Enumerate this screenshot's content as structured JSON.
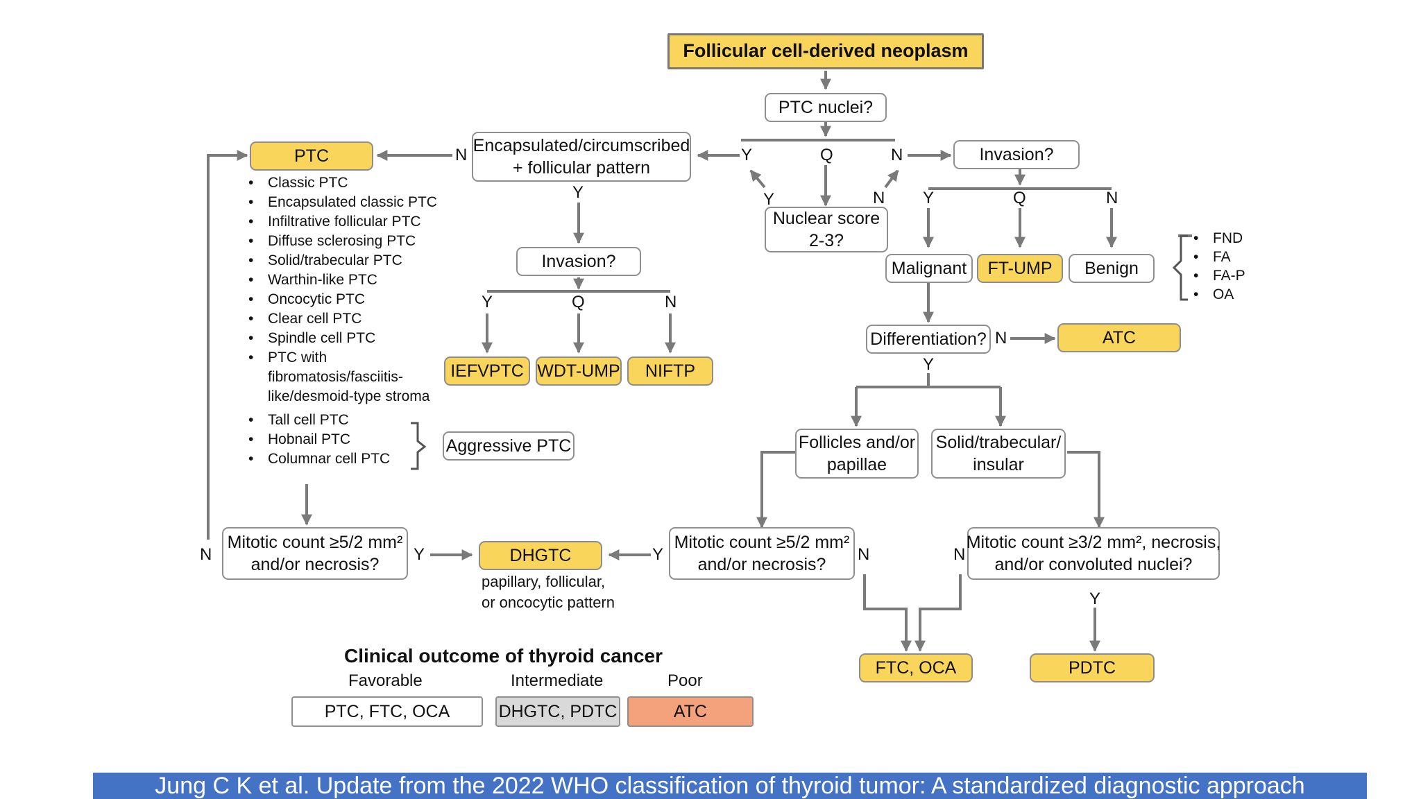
{
  "nodes": {
    "root": "Follicular cell-derived neoplasm",
    "ptc_nuclei": "PTC nuclei?",
    "encapsulated_l1": "Encapsulated/circumscribed",
    "encapsulated_l2": "+ follicular pattern",
    "ptc": "PTC",
    "invasion_left": "Invasion?",
    "iefvptc": "IEFVPTC",
    "wdt_ump": "WDT-UMP",
    "niftp": "NIFTP",
    "nuclear_l1": "Nuclear score",
    "nuclear_l2": "2-3?",
    "invasion_right": "Invasion?",
    "malignant": "Malignant",
    "ft_ump": "FT-UMP",
    "benign": "Benign",
    "differentiation": "Differentiation?",
    "atc": "ATC",
    "follicles_l1": "Follicles and/or",
    "follicles_l2": "papillae",
    "solid_l1": "Solid/trabecular/",
    "solid_l2": "insular",
    "aggressive_ptc": "Aggressive PTC",
    "mitotic_left_l1": "Mitotic count ≥5/2 mm²",
    "mitotic_left_l2": "and/or necrosis?",
    "dhgtc": "DHGTC",
    "mitotic_mid_l1": "Mitotic count ≥5/2 mm²",
    "mitotic_mid_l2": "and/or necrosis?",
    "mitotic_right_l1": "Mitotic count ≥3/2 mm², necrosis,",
    "mitotic_right_l2": "and/or  convoluted nuclei?",
    "ftc_oca": "FTC, OCA",
    "pdtc": "PDTC"
  },
  "edge_labels": {
    "y": "Y",
    "n": "N",
    "q": "Q"
  },
  "ptc_subtypes": [
    "Classic PTC",
    "Encapsulated classic PTC",
    "Infiltrative follicular PTC",
    "Diffuse sclerosing PTC",
    "Solid/trabecular PTC",
    "Warthin-like PTC",
    "Oncocytic PTC",
    "Clear cell PTC",
    "Spindle cell PTC",
    "PTC with fibromatosis/fasciitis-like/desmoid-type stroma"
  ],
  "aggressive_subtypes": [
    "Tall cell PTC",
    "Hobnail PTC",
    "Columnar cell PTC"
  ],
  "benign_subtypes": [
    "FND",
    "FA",
    "FA-P",
    "OA"
  ],
  "dhgtc_note_l1": "papillary, follicular,",
  "dhgtc_note_l2": "or oncocytic pattern",
  "legend": {
    "title": "Clinical outcome of thyroid cancer",
    "favorable_label": "Favorable",
    "intermediate_label": "Intermediate",
    "poor_label": "Poor",
    "favorable_value": "PTC, FTC, OCA",
    "intermediate_value": "DHGTC, PDTC",
    "poor_value": "ATC"
  },
  "footer": "Jung C K et al. Update from the 2022 WHO classification of thyroid tumor: A standardized diagnostic approach",
  "colors": {
    "yellow": "#fad55c",
    "gray": "#d9d9d9",
    "orange": "#f3a27c",
    "line": "#7a7a7a",
    "footer_bg": "#4472c4"
  }
}
